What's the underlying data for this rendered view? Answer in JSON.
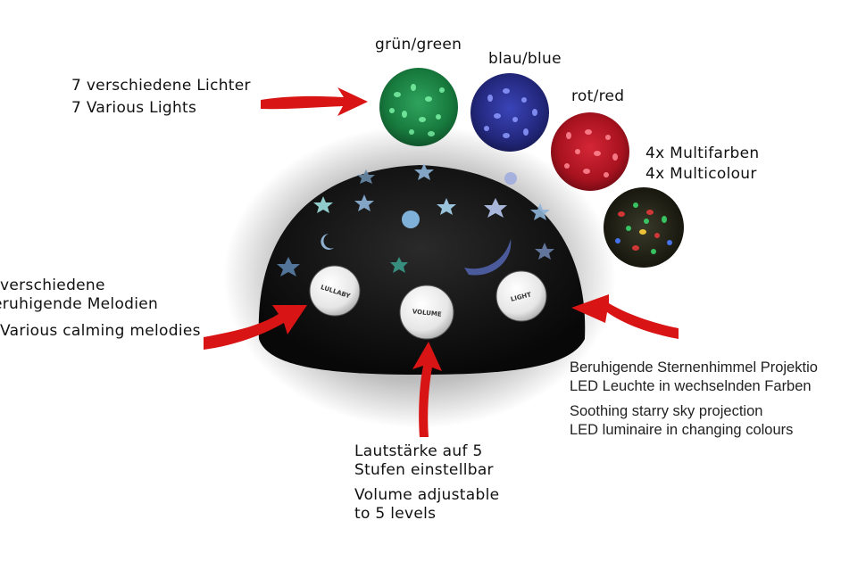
{
  "colors": {
    "green": "#1f8a4a",
    "blue": "#2a2f8f",
    "red": "#c01a2a",
    "arrow": "#d81414",
    "device": "#151515"
  },
  "swatches": {
    "green_label": "grün/green",
    "blue_label": "blau/blue",
    "red_label": "rot/red",
    "multi_label_de": "4x Multifarben",
    "multi_label_en": "4x Multicolour"
  },
  "lights_callout": {
    "line1": "7 verschiedene Lichter",
    "line2": "7 Various Lights"
  },
  "melodies_callout": {
    "line1": "verschiedene",
    "line2": "eruhigende Melodien",
    "line3": "Various calming melodies"
  },
  "projection_callout": {
    "line1": "Beruhigende Sternenhimmel Projektio",
    "line2": "LED Leuchte in wechselnden Farben",
    "line3": "Soothing starry sky projection",
    "line4": "LED luminaire in changing colours"
  },
  "volume_callout": {
    "line1": "Lautstärke auf 5",
    "line2": "Stufen einstellbar",
    "line3": "Volume adjustable",
    "line4": "to 5 levels"
  },
  "buttons": {
    "lullaby": "LULLABY",
    "volume": "VOLUME",
    "light": "LIGHT"
  }
}
